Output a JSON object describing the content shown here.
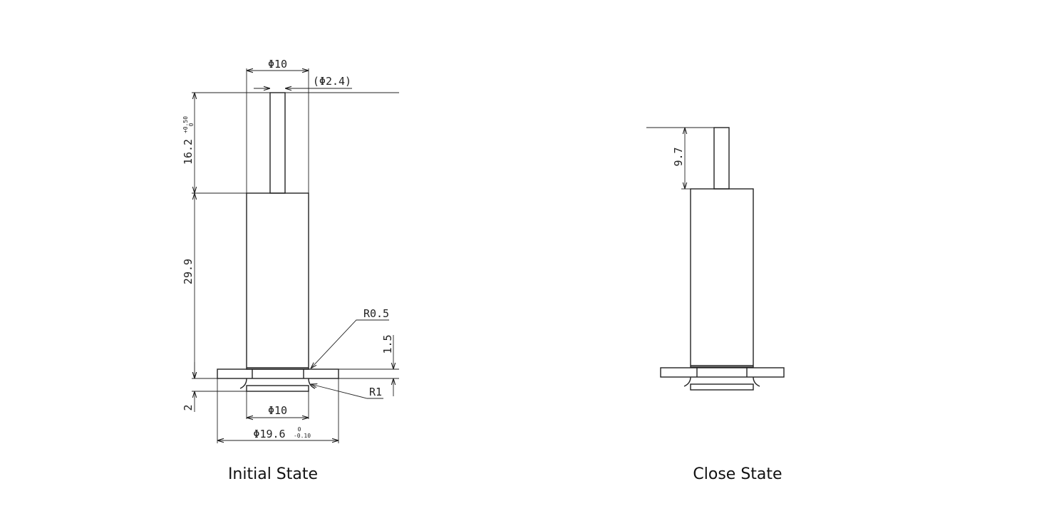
{
  "initial": {
    "caption": "Initial State",
    "dims": {
      "phi10_top": "Φ10",
      "phi2_4": "(Φ2.4)",
      "h16_2": "16.2",
      "h16_2_tol_upper": "+0.50",
      "h16_2_tol_lower": "0",
      "h29_9": "29.9",
      "r0_5": "R0.5",
      "h1_5": "1.5",
      "r1": "R1",
      "h2": "2",
      "phi10_bottom": "Φ10",
      "phi19_6": "Φ19.6",
      "phi19_6_tol_upper": "0",
      "phi19_6_tol_lower": "-0.10"
    }
  },
  "close": {
    "caption": "Close State",
    "dims": {
      "h9_7": "9.7"
    }
  }
}
